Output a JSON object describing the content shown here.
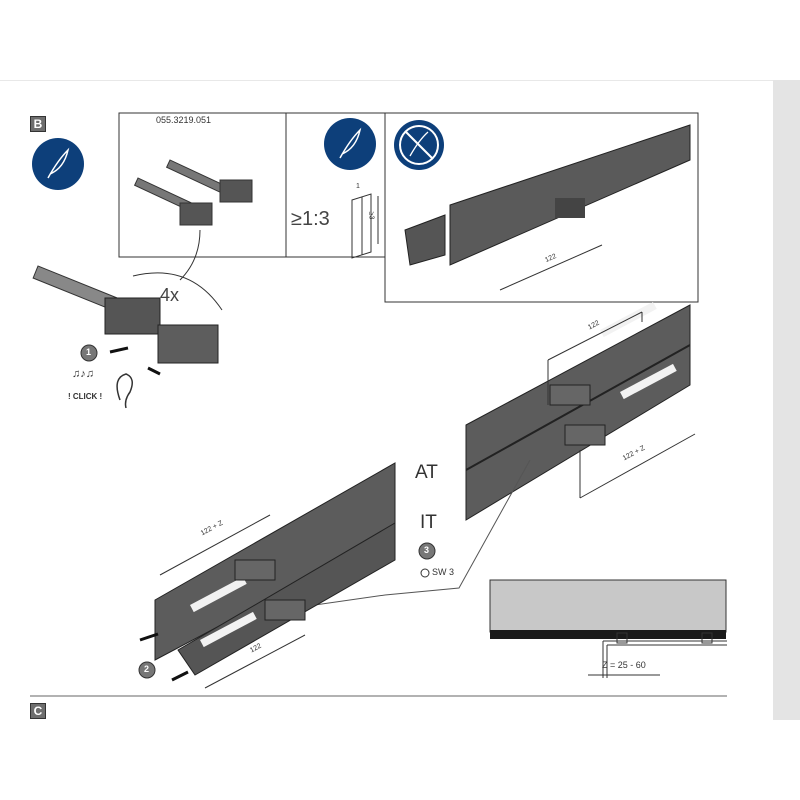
{
  "sections": {
    "b": "B",
    "c": "C"
  },
  "part_number": "055.3219.051",
  "ratio": "≥1:3",
  "ratio_dims": {
    "width": "1",
    "height": "≥3"
  },
  "quantity": "4x",
  "steps": {
    "one": "1",
    "two": "2",
    "three": "3"
  },
  "click_text": "! CLICK !",
  "labels": {
    "at": "AT",
    "it": "IT"
  },
  "tool": "SW 3",
  "dimensions": {
    "d1": "122",
    "d2": "122 + Z",
    "z_range": "Z = 25 - 60"
  },
  "colors": {
    "icon_blue": "#0d3f7a",
    "rail": "#5a5a5a"
  }
}
